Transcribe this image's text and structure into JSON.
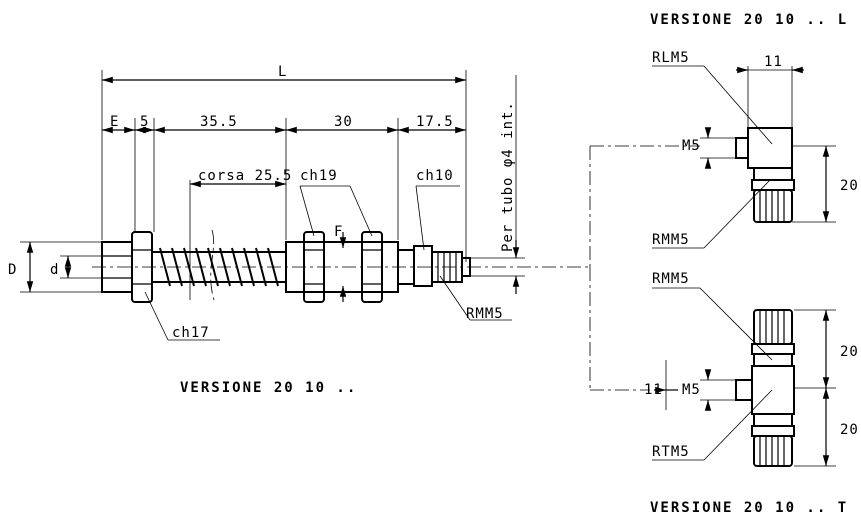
{
  "main": {
    "dimensions": {
      "L": "L",
      "E": "E",
      "five": "5",
      "d355": "35.5",
      "d30": "30",
      "d175": "17.5",
      "D": "D",
      "d": "d",
      "F": "F",
      "stroke": "corsa 25.5",
      "tube": "Per tubo φ4 int."
    },
    "labels": {
      "ch17": "ch17",
      "ch19": "ch19",
      "ch10": "ch10",
      "rmm5": "RMM5",
      "version": "VERSIONE 20 10 .."
    }
  },
  "versionL": {
    "title": "VERSIONE 20 10 .. L",
    "rlm5": "RLM5",
    "m5": "M5",
    "rmm5": "RMM5",
    "dim11": "11",
    "dim20": "20"
  },
  "versionT": {
    "title": "VERSIONE 20 10 .. T",
    "rmm5": "RMM5",
    "m5": "M5",
    "rtm5": "RTM5",
    "dim11": "11",
    "dim20a": "20",
    "dim20b": "20"
  }
}
